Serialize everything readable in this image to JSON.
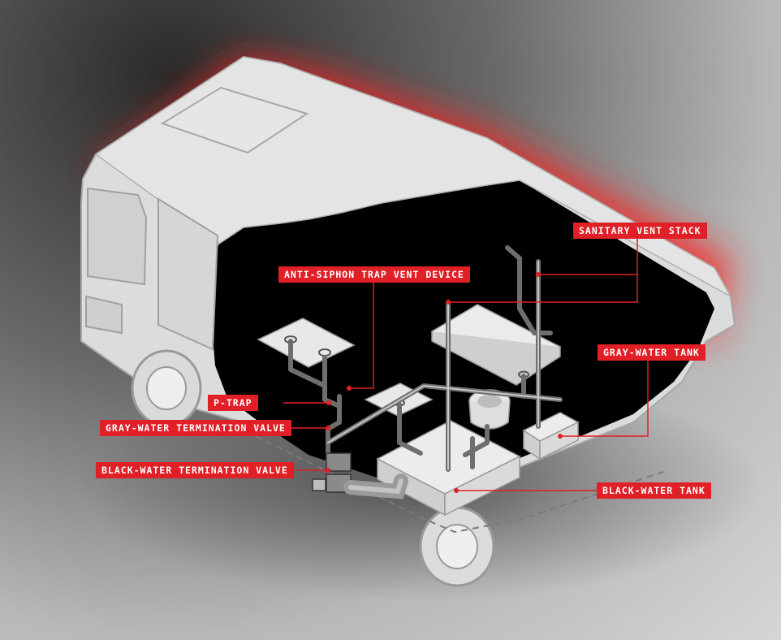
{
  "labels": {
    "sanitary_vent_stack": "SANITARY VENT STACK",
    "anti_siphon": "ANTI-SIPHON TRAP VENT DEVICE",
    "gray_water_tank": "GRAY-WATER TANK",
    "p_trap": "P-TRAP",
    "gray_water_valve": "GRAY-WATER TERMINATION VALVE",
    "black_water_valve": "BLACK-WATER TERMINATION VALVE",
    "black_water_tank": "BLACK-WATER TANK"
  },
  "colors": {
    "callout": "#e01f26",
    "rv_body": "#dcdcdc",
    "rv_outline": "#a8a8a8",
    "interior": "#000000",
    "pipe": "#6e6e6e",
    "glow": "#ff2020"
  }
}
